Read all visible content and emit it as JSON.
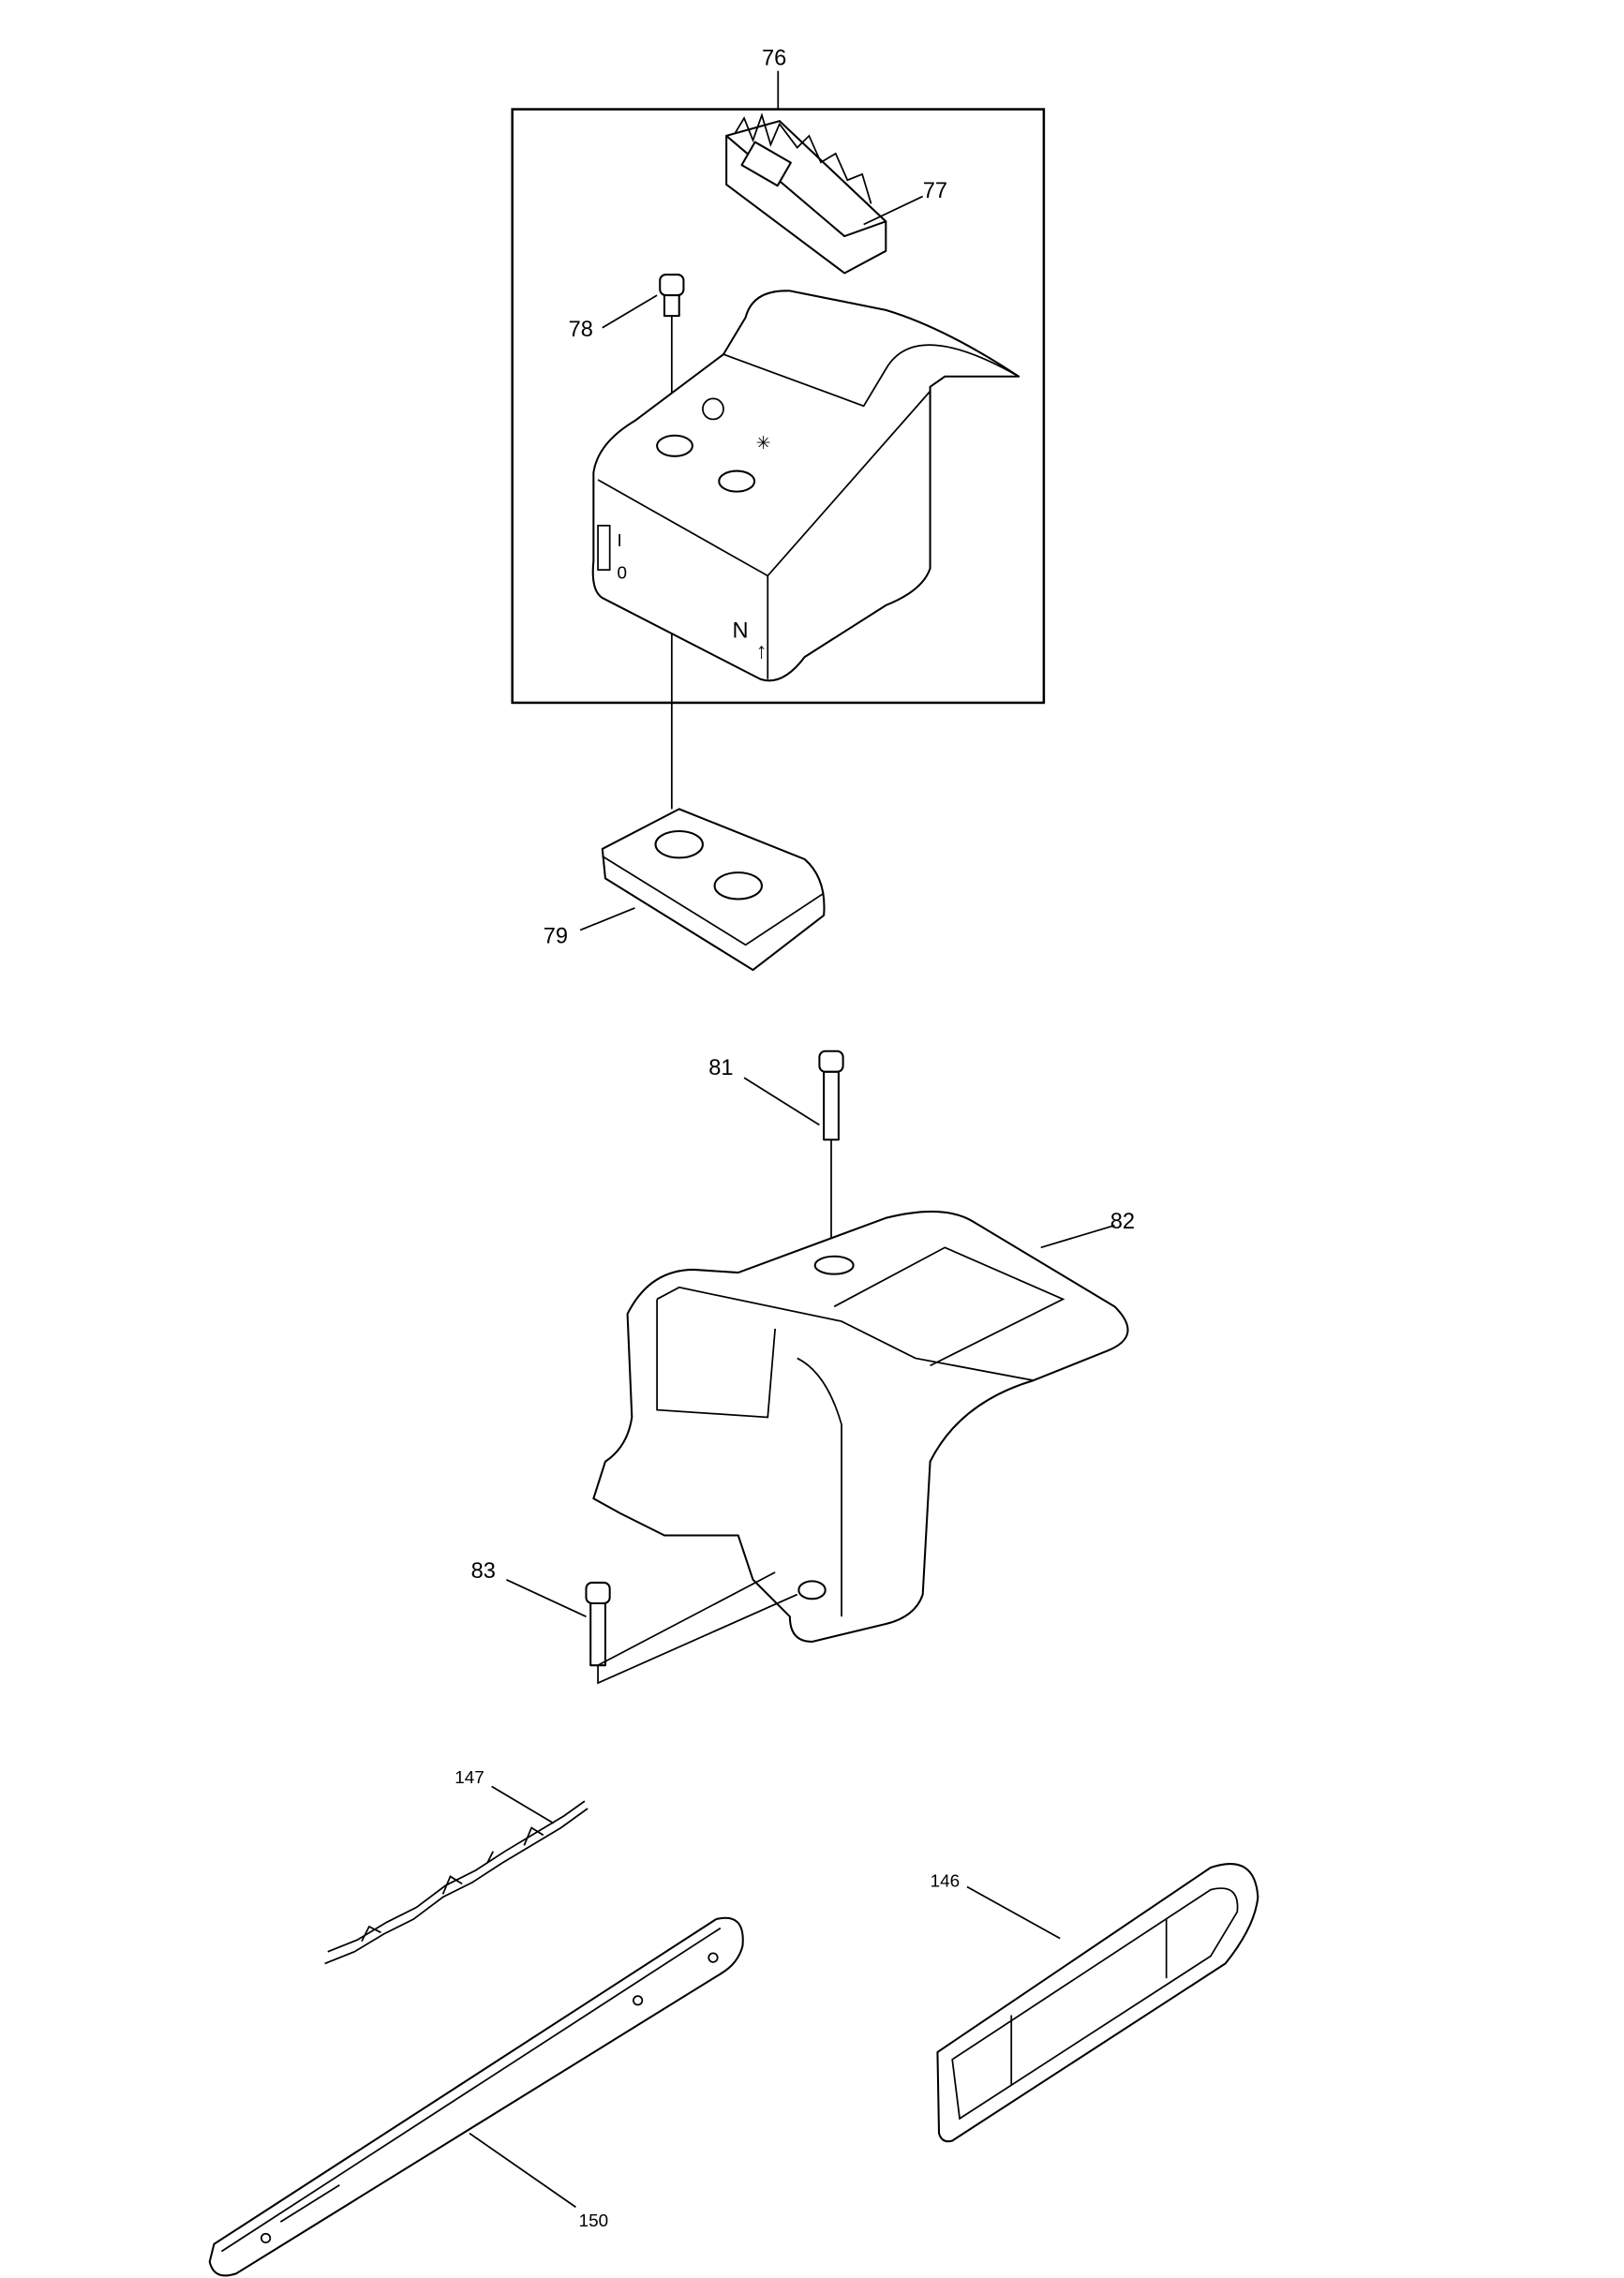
{
  "diagram": {
    "type": "exploded parts diagram",
    "callouts": {
      "p76": "76",
      "p77": "77",
      "p78": "78",
      "p79": "79",
      "p81": "81",
      "p82": "82",
      "p83": "83",
      "p146": "146",
      "p147": "147",
      "p150": "150"
    },
    "markings": {
      "switch_on": "I",
      "switch_off": "0",
      "north": "N"
    }
  }
}
